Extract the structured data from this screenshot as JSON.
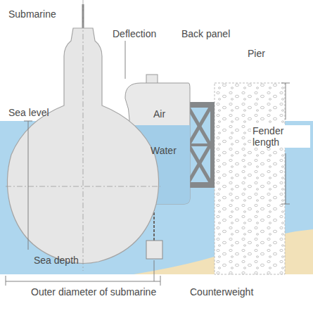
{
  "diagram": {
    "nodes": [
      {
        "text": [
          "Air",
          "Water"
        ]
      }
    ],
    "labels": [
      "Submarine",
      "Deflection",
      "Back panel",
      "Pier",
      "Sea level",
      "Fender length",
      "Sea depth",
      "Outer diameter of submarine",
      "Counterweight"
    ]
  }
}
